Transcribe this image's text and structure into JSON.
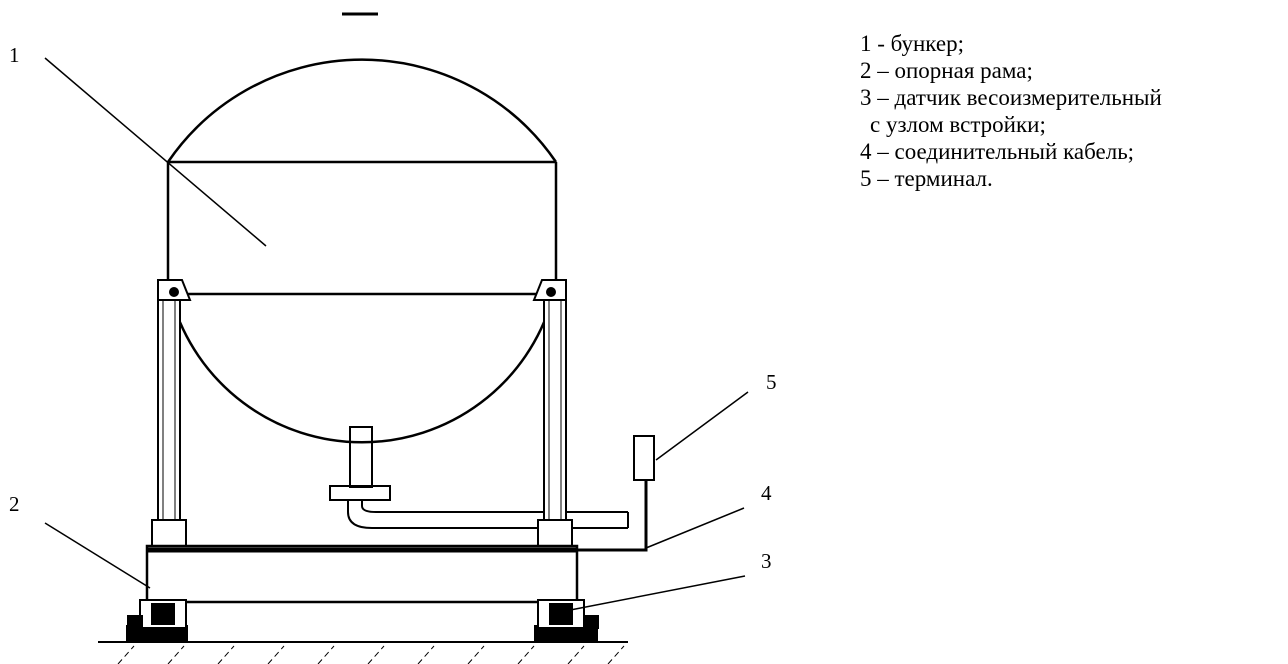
{
  "callouts": {
    "c1": "1",
    "c2": "2",
    "c3": "3",
    "c4": "4",
    "c5": "5"
  },
  "legend": {
    "item1": "1 - бункер;",
    "item2": "2 – опорная рама;",
    "item3_line1": "3 – датчик весоизмерительный",
    "item3_line2": "с узлом встройки;",
    "item4": "4 – соединительный кабель;",
    "item5": "5 – терминал."
  },
  "colors": {
    "ink": "#000000",
    "background": "#ffffff"
  }
}
